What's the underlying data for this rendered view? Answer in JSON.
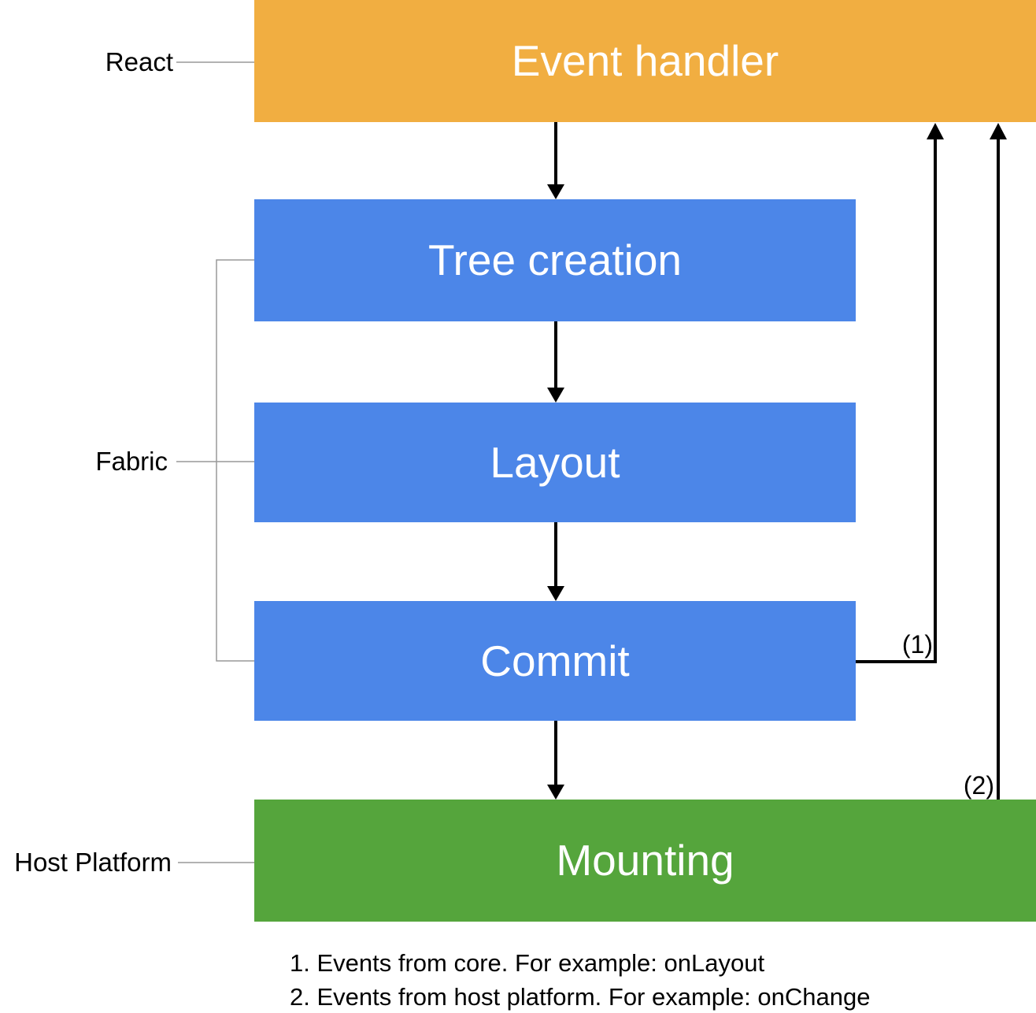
{
  "colors": {
    "react_box": "#F1AE41",
    "fabric_box": "#4C86E8",
    "host_box": "#55A53C",
    "box_text": "#FFFFFF",
    "label_text": "#000000",
    "arrow": "#000000",
    "connector": "#999999"
  },
  "groups": {
    "react": {
      "label": "React"
    },
    "fabric": {
      "label": "Fabric"
    },
    "host_platform": {
      "label": "Host Platform"
    }
  },
  "boxes": {
    "event_handler": {
      "label": "Event handler"
    },
    "tree_creation": {
      "label": "Tree creation"
    },
    "layout": {
      "label": "Layout"
    },
    "commit": {
      "label": "Commit"
    },
    "mounting": {
      "label": "Mounting"
    }
  },
  "callouts": {
    "one": {
      "label": "(1)"
    },
    "two": {
      "label": "(2)"
    }
  },
  "footnotes": {
    "line1": "1. Events from core. For example: onLayout",
    "line2": "2. Events from host platform. For example: onChange"
  }
}
